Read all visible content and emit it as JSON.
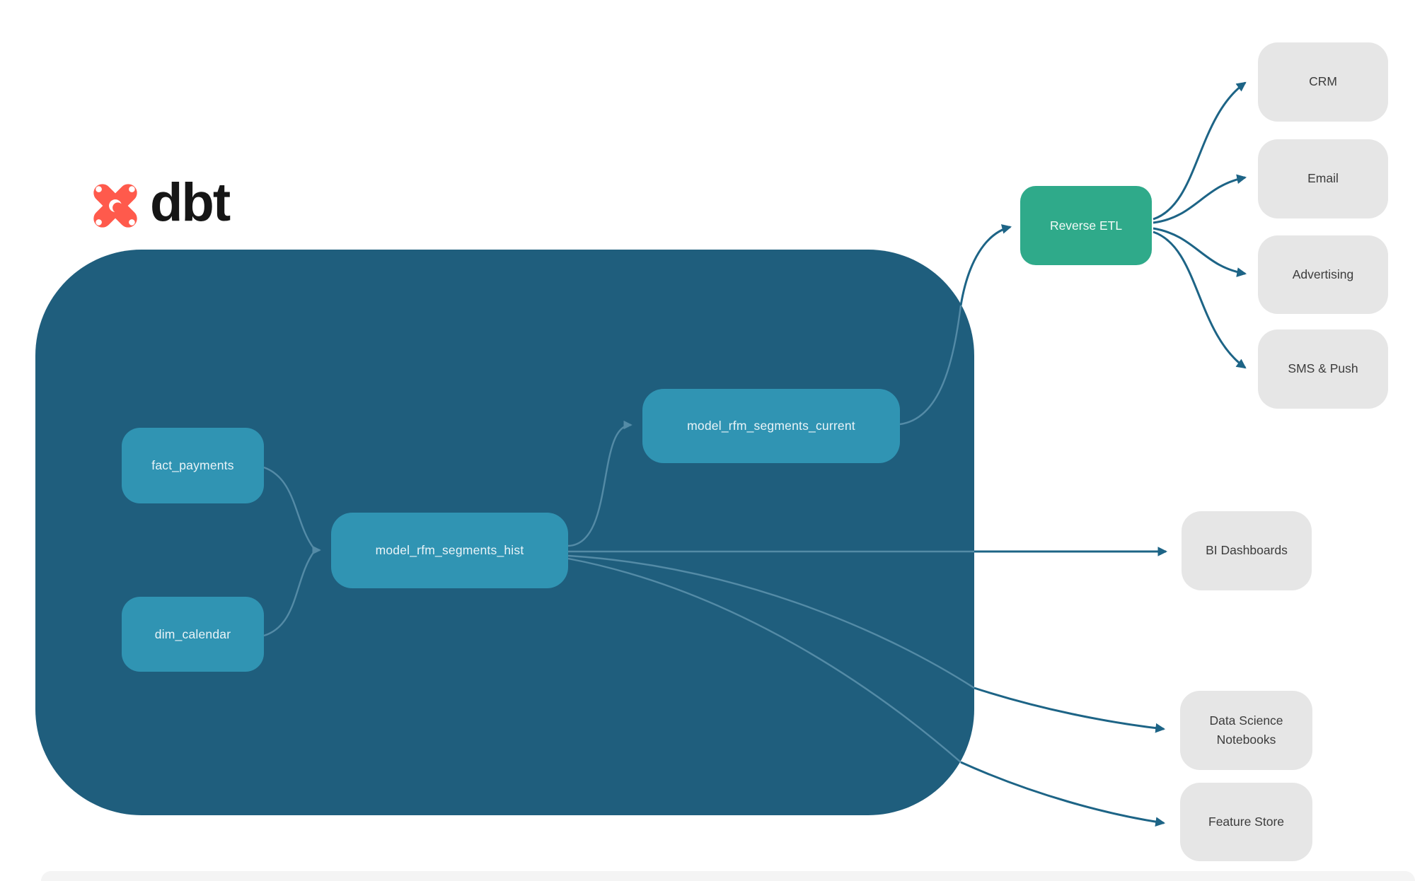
{
  "logo": {
    "wordmark": "dbt",
    "icon": "dbt-fox-star-icon"
  },
  "colors": {
    "container": "#1f5e7d",
    "model_node": "#3094b3",
    "reverse_etl_node": "#2faa8a",
    "destination_node": "#e6e6e6",
    "destination_text": "#3c3c3c",
    "arrow_outside": "#1d6486",
    "edge_inside": "#5e93ae",
    "logo_orange": "#ff5a4c"
  },
  "nodes": {
    "fact_payments": {
      "label": "fact_payments"
    },
    "dim_calendar": {
      "label": "dim_calendar"
    },
    "hist": {
      "label": "model_rfm_segments_hist"
    },
    "current": {
      "label": "model_rfm_segments_current"
    },
    "reverse_etl": {
      "label": "Reverse ETL"
    },
    "crm": {
      "label": "CRM"
    },
    "email": {
      "label": "Email"
    },
    "advertising": {
      "label": "Advertising"
    },
    "sms_push": {
      "label": "SMS & Push"
    },
    "bi_dashboards": {
      "label": "BI Dashboards"
    },
    "ds_notebooks": {
      "label": "Data Science Notebooks"
    },
    "feature_store": {
      "label": "Feature Store"
    }
  },
  "edges": [
    {
      "from": "fact_payments",
      "to": "model_rfm_segments_hist"
    },
    {
      "from": "dim_calendar",
      "to": "model_rfm_segments_hist"
    },
    {
      "from": "model_rfm_segments_hist",
      "to": "model_rfm_segments_current"
    },
    {
      "from": "model_rfm_segments_hist",
      "to": "BI Dashboards"
    },
    {
      "from": "model_rfm_segments_hist",
      "to": "Data Science Notebooks"
    },
    {
      "from": "model_rfm_segments_hist",
      "to": "Feature Store"
    },
    {
      "from": "model_rfm_segments_current",
      "to": "Reverse ETL"
    },
    {
      "from": "Reverse ETL",
      "to": "CRM"
    },
    {
      "from": "Reverse ETL",
      "to": "Email"
    },
    {
      "from": "Reverse ETL",
      "to": "Advertising"
    },
    {
      "from": "Reverse ETL",
      "to": "SMS & Push"
    }
  ]
}
